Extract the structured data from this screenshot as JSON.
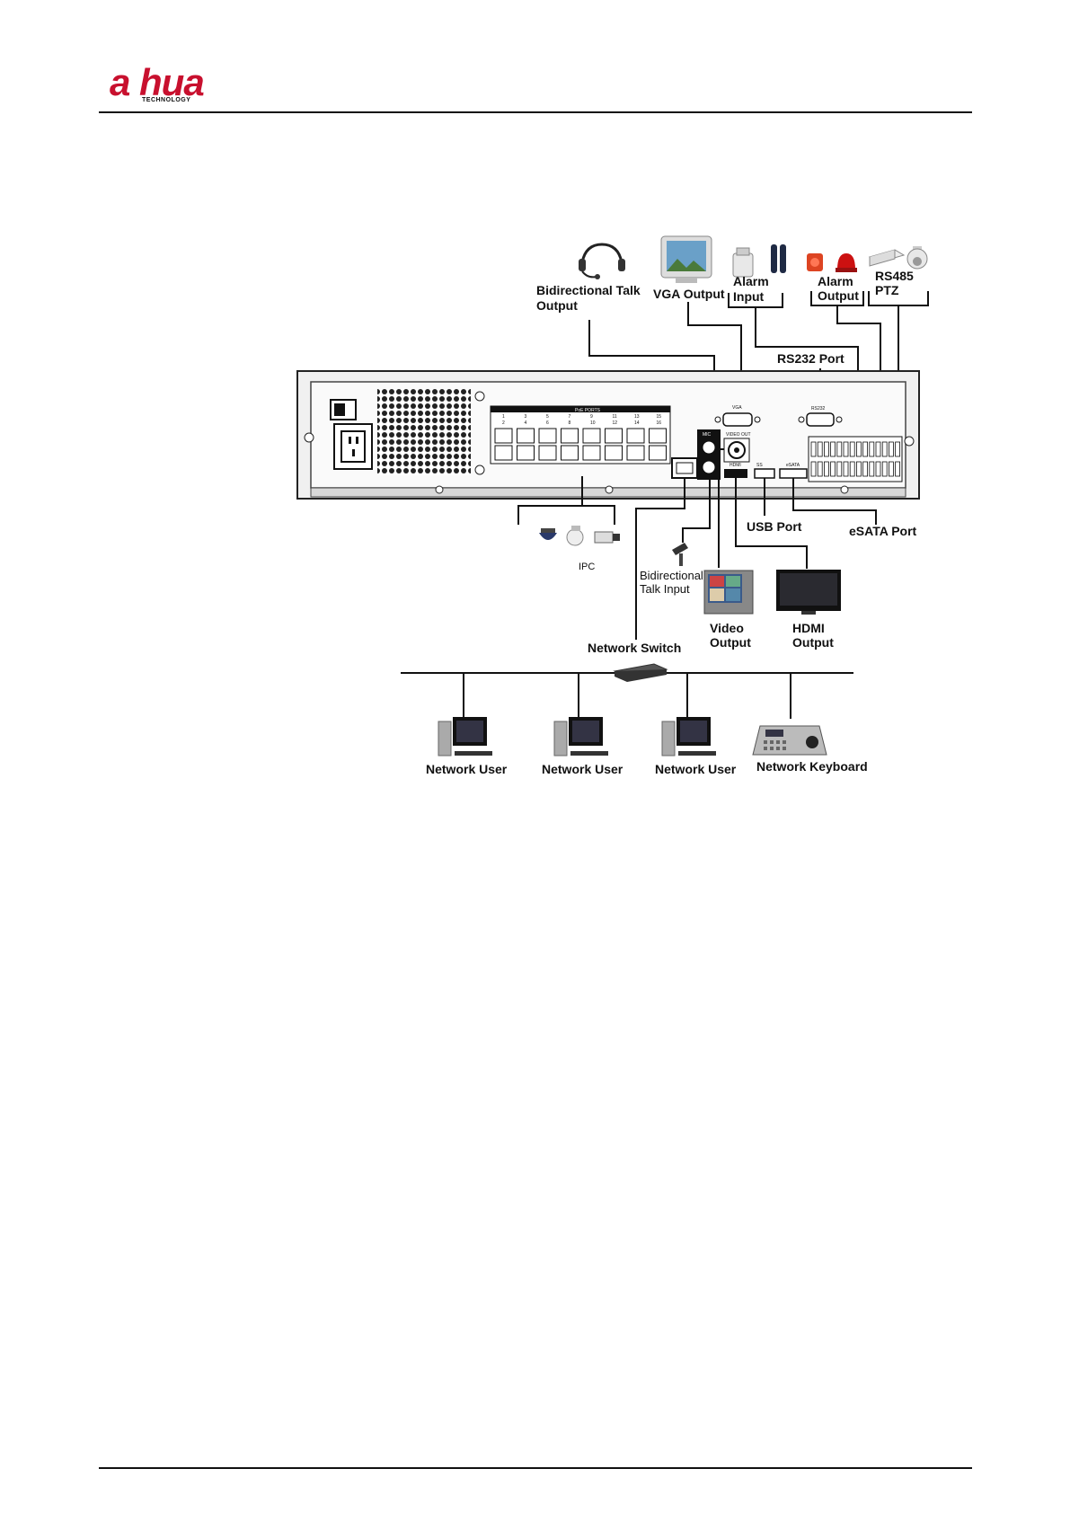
{
  "header": {
    "brand_main": "a hua",
    "brand_sub": "TECHNOLOGY"
  },
  "labels": {
    "bidirectional_talk_output_1": "Bidirectional Talk",
    "bidirectional_talk_output_2": "Output",
    "vga_output": "VGA Output",
    "alarm_input_1": "Alarm",
    "alarm_input_2": "Input",
    "alarm_output_1": "Alarm",
    "alarm_output_2": "Output",
    "rs485_1": "RS485",
    "rs485_2": "PTZ",
    "rs232_port": "RS232 Port",
    "usb_port": "USB Port",
    "esata_port": "eSATA Port",
    "ipc": "IPC",
    "bidirectional_talk_input_1": "Bidirectional",
    "bidirectional_talk_input_2": "Talk Input",
    "video_output_1": "Video",
    "video_output_2": "Output",
    "hdmi_output_1": "HDMI",
    "hdmi_output_2": "Output",
    "network_switch": "Network Switch",
    "network_user_1": "Network User",
    "network_user_2": "Network User",
    "network_user_3": "Network User",
    "network_keyboard": "Network Keyboard"
  },
  "panel": {
    "poe_ports_label": "PoE PORTS",
    "poe_top_numbers": [
      "1",
      "3",
      "5",
      "7",
      "9",
      "11",
      "13",
      "15"
    ],
    "poe_bottom_numbers": [
      "2",
      "4",
      "6",
      "8",
      "10",
      "12",
      "14",
      "16"
    ],
    "vga_label": "VGA",
    "rs232_label": "RS232",
    "mic_label": "MIC",
    "video_out_label": "VIDEO OUT",
    "hdmi_label": "HDMI",
    "usb_label": "SS",
    "esata_label": "eSATA"
  },
  "colors": {
    "brand_red": "#c8102e",
    "ink": "#111111",
    "panel_gray": "#e6e6e6"
  }
}
